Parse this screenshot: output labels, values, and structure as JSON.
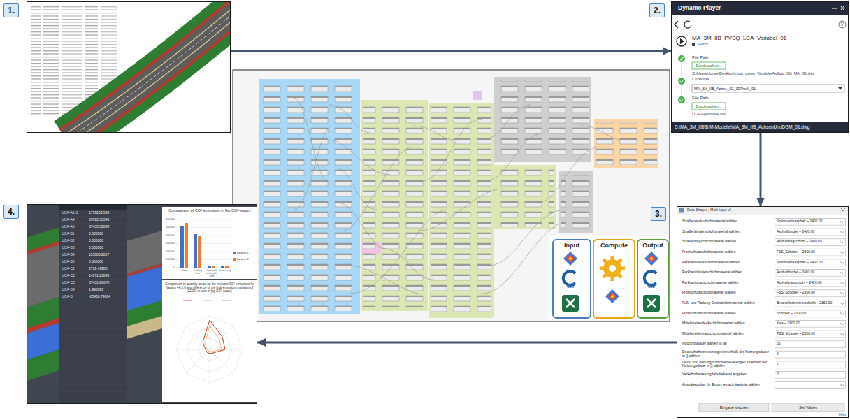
{
  "diagram": {
    "nodes": [
      {
        "text": [
          "1."
        ]
      },
      {
        "text": [
          "2."
        ]
      },
      {
        "text": [
          "3."
        ]
      },
      {
        "text": [
          "4."
        ]
      },
      {
        "text": [
          "Input"
        ]
      },
      {
        "text": [
          "Compute"
        ]
      },
      {
        "text": [
          "Output"
        ]
      }
    ],
    "edges": [
      {
        "from": 0,
        "to": 1,
        "arrow": "to"
      },
      {
        "from": 1,
        "to": 2,
        "arrow": "to"
      },
      {
        "from": 2,
        "to": 3,
        "arrow": "to"
      }
    ],
    "labels": [
      "Dynamo Player",
      "MA_3M_IIB_PVSQ_LCA_Variabel_01",
      "Search",
      "File Path",
      "Durchsuchen...",
      "C:\\Users\\Jonas\\Desktop\\Input_daten_VariablerAufbau_3M_MA_IIB.xlsx",
      "Corridors",
      "MA_3M_IIB_Achse_02_3DProfil_01",
      "File Path",
      "Durchsuchen...",
      "LCAErgebnisse.xlsx",
      "D:\\MA_3M_IIB\\BIM-Modelle\\MA_3M_IIB_AchsenUndDGM_01.dwg",
      "Data-Shapes | Multi Input UI ++",
      "Straßendeckschichtmaterial wählen",
      "Splittmastixasphalt ~ 2400.00",
      "Straßenbinderschichtmaterial wählen",
      "Asphaltbinder ~ 2400.00",
      "Straßentragschichtmaterial wählen",
      "Asphalttragschicht ~ 2400.00",
      "Frostschutzschichtmaterial wählen",
      "FSS_Schotter ~ 2300.00",
      "Parkbankdeckschichtmaterial wählen",
      "Splittmastixasphalt ~ 2400.00",
      "Parkbankbinderschichtmaterial wählen",
      "Asphaltbinder ~ 2400.00",
      "Parkbanktragschichtmaterial wählen",
      "Asphalttragschicht ~ 2400.00",
      "Frostschutzschichtmaterial wählen",
      "FSS_Schotter ~ 2300.00",
      "Fuß- und Radweg-Deckschichtmaterial wählen",
      "Betonpflastersteinschicht ~ 2350.00",
      "Frostschutzschichtmaterial wählen",
      "Schotter ~ 2300.00",
      "Mittelstreifendeckschichtmaterial wählen",
      "Kies ~ 1900.00",
      "Mittelstreifentragschichtmaterial wählen",
      "FSS_Schotter ~ 2300.00",
      "Nutzungsdauer wählen in [a]",
      "50",
      "Deckschichterneuerungen innerhalb der Nutzungsdauer in [] wählen",
      "0",
      "Deck- und Bettungsschichterneuerungen innerhalb der Nutzungsdauer in [] wählen",
      "1",
      "Verkehrsbelastung falls bekannt angeben",
      "0",
      "Ausgabeoption für Export je nach Variante wählen",
      "Eingabe löschen",
      "Set Values",
      "Help",
      "C3D",
      "C3D",
      "Comparison of CO² emissions in [kg CO²-equiv.]",
      "600000",
      "500000",
      "400000",
      "300000",
      "200000",
      "100000",
      "0",
      "Road",
      "Parking lane",
      "Sidewalk and cycle path",
      "Green strip",
      "Comparison of quantity areas for the relevant CO² emissions for Variant 4A 2.0 and difference of the final emissions variation of 22.3% in sum in [kg CO²-equiv.]",
      "LCA-A1-3",
      "1759253.598",
      "LCA-A4",
      "39722.36346",
      "LCA-A5",
      "57435.52048",
      "LCA-B1",
      "0.000000",
      "LCA-B2",
      "0.000000",
      "LCA-B3",
      "0.000000",
      "LCA-B4",
      "153080.2027",
      "LCA-B5",
      "0.000000",
      "LCA-C1",
      "2719.41988",
      "LCA-C2",
      "14171.21048",
      "LCA-C3",
      "57431.88678",
      "LCA-C4",
      "1.990691",
      "LCA-D",
      "-85450.79684"
    ],
    "legend": [
      {
        "text": "Variante 1",
        "color": "#4472c4"
      },
      {
        "text": "Variante 2",
        "color": "#ed7d31"
      }
    ]
  }
}
